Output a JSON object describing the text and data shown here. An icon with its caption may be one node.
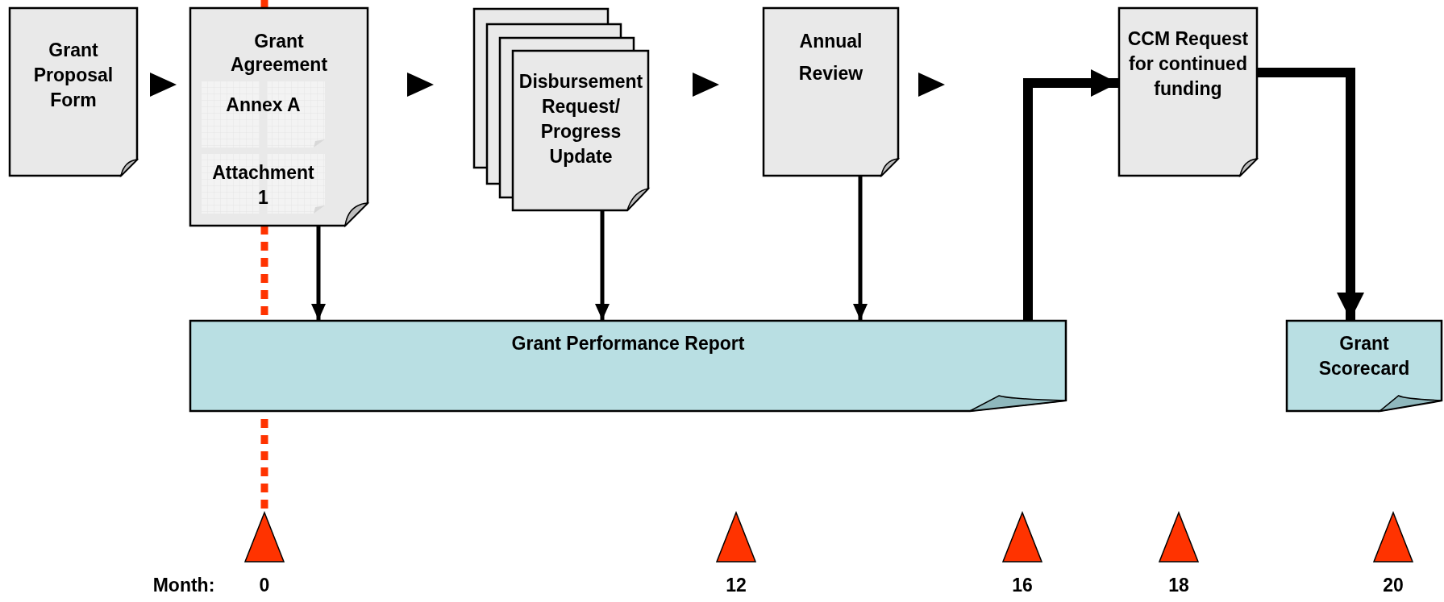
{
  "diagram": {
    "nodes": [
      {
        "text": [
          "Grant Proposal Form"
        ]
      },
      {
        "text": [
          "Grant Agreement"
        ]
      },
      {
        "text": [
          "Annex A"
        ],
        "in": 1
      },
      {
        "text": [
          "Attachment 1"
        ],
        "in": 1
      },
      {
        "text": [
          "Disbursement Request/ Progress Update"
        ]
      },
      {
        "text": [
          "Annual Review"
        ]
      },
      {
        "text": [
          "CCM Request for continued funding"
        ]
      },
      {
        "text": [
          "Grant Performance Report"
        ]
      },
      {
        "text": [
          "Grant Scorecard"
        ]
      }
    ],
    "edges": [
      {
        "from": 0,
        "to": 1,
        "arrow": "to"
      },
      {
        "from": 1,
        "to": 4,
        "arrow": "to"
      },
      {
        "from": 4,
        "to": 5,
        "arrow": "to"
      },
      {
        "from": 5,
        "to": null,
        "arrow": "to"
      },
      {
        "from": 1,
        "to": 7,
        "arrow": "to"
      },
      {
        "from": 4,
        "to": 7,
        "arrow": "to"
      },
      {
        "from": 5,
        "to": 7,
        "arrow": "to"
      },
      {
        "from": 7,
        "to": 6,
        "arrow": "to",
        "style": "thick"
      },
      {
        "from": 6,
        "to": 8,
        "arrow": "to",
        "style": "thick"
      }
    ],
    "labels": [
      "Month:",
      "0",
      "12",
      "16",
      "18",
      "20"
    ]
  }
}
